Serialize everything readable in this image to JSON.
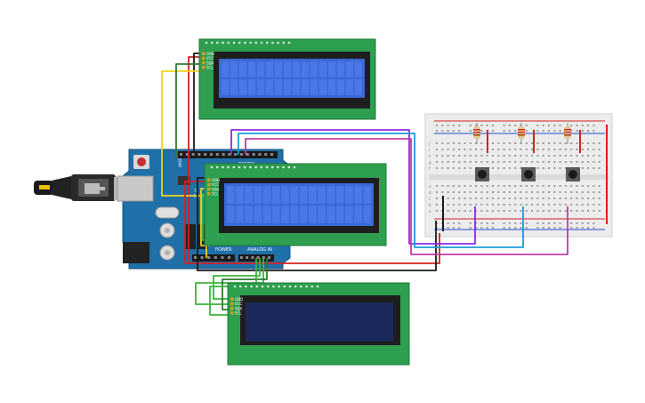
{
  "lcd_pins": [
    "GND",
    "VCC",
    "SDA",
    "SCL"
  ],
  "arduino": {
    "power_label": "POWER",
    "analog_label": "ANALOG IN",
    "digital_label": "DIGITAL",
    "aref_label": "AREF",
    "tx_label": "TX",
    "rx_label": "RX"
  },
  "breadboard": {
    "row_letters_top": [
      "j",
      "i",
      "h",
      "g",
      "f"
    ],
    "row_letters_bottom": [
      "e",
      "d",
      "c",
      "b",
      "a"
    ]
  },
  "colors": {
    "lcd_pcb": "#2e9e4f",
    "lcd_screen_lit": "#3b68d6",
    "lcd_screen_dark": "#1b2a5a",
    "arduino_pcb": "#1f6fa8",
    "wire_red": "#d42020",
    "wire_black": "#1a1a1a",
    "wire_yellow": "#f2d21b",
    "wire_green": "#3bb53b",
    "wire_purple": "#8a2be2",
    "wire_cyan": "#1e9bd7",
    "wire_magenta": "#c23ba8",
    "wire_darkgreen": "#2f7a2f"
  }
}
